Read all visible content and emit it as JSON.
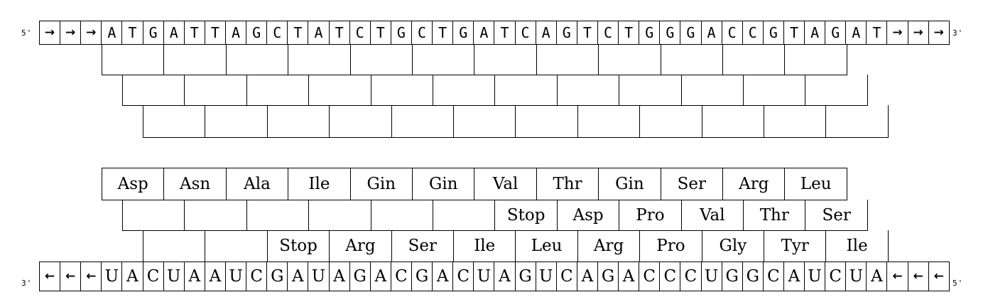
{
  "top_strand": {
    "left_label": "5'",
    "right_label": "3'",
    "cells": [
      "→",
      "→",
      "→",
      "A",
      "T",
      "G",
      "A",
      "T",
      "T",
      "A",
      "G",
      "C",
      "T",
      "A",
      "T",
      "C",
      "T",
      "G",
      "C",
      "T",
      "G",
      "A",
      "T",
      "C",
      "A",
      "G",
      "T",
      "C",
      "T",
      "G",
      "G",
      "G",
      "A",
      "C",
      "C",
      "G",
      "T",
      "A",
      "G",
      "A",
      "T",
      "→",
      "→",
      "→"
    ]
  },
  "bottom_strand": {
    "left_label": "3'",
    "right_label": "5'",
    "cells": [
      "←",
      "←",
      "←",
      "U",
      "A",
      "C",
      "U",
      "A",
      "A",
      "U",
      "C",
      "G",
      "A",
      "U",
      "A",
      "G",
      "A",
      "C",
      "G",
      "A",
      "C",
      "U",
      "A",
      "G",
      "U",
      "C",
      "A",
      "G",
      "A",
      "C",
      "C",
      "C",
      "U",
      "G",
      "G",
      "C",
      "A",
      "U",
      "C",
      "U",
      "A",
      "←",
      "←",
      "←"
    ]
  },
  "upper_frames": [
    [
      "",
      "",
      "",
      "",
      "",
      "",
      "",
      "",
      "",
      "",
      "",
      ""
    ],
    [
      "",
      "",
      "",
      "",
      "",
      "",
      "",
      "",
      "",
      "",
      "",
      ""
    ],
    [
      "",
      "",
      "",
      "",
      "",
      "",
      "",
      "",
      "",
      "",
      "",
      ""
    ]
  ],
  "lower_frames": [
    [
      "Asp",
      "Asn",
      "Ala",
      "Ile",
      "Gin",
      "Gin",
      "Val",
      "Thr",
      "Gin",
      "Ser",
      "Arg",
      "Leu"
    ],
    [
      "",
      "",
      "",
      "",
      "",
      "",
      "Stop",
      "Asp",
      "Pro",
      "Val",
      "Thr",
      "Ser"
    ],
    [
      "",
      "",
      "Stop",
      "Arg",
      "Ser",
      "Ile",
      "Leu",
      "Arg",
      "Pro",
      "Gly",
      "Tyr",
      "Ile"
    ]
  ]
}
